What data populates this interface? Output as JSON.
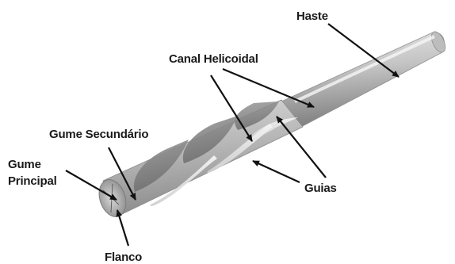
{
  "labels": {
    "haste": "Haste",
    "canal_helicoidal": "Canal Helicoidal",
    "gume_secundario": "Gume Secundário",
    "gume_principal_line1": "Gume",
    "gume_principal_line2": "Principal",
    "guias": "Guias",
    "flanco": "Flanco"
  },
  "colors": {
    "background": "#ffffff",
    "drill_light": "#e6e6e6",
    "drill_mid": "#b4b4b4",
    "drill_dark": "#7a7a7a",
    "arrow": "#111111",
    "label_text": "#1a1a1a"
  }
}
